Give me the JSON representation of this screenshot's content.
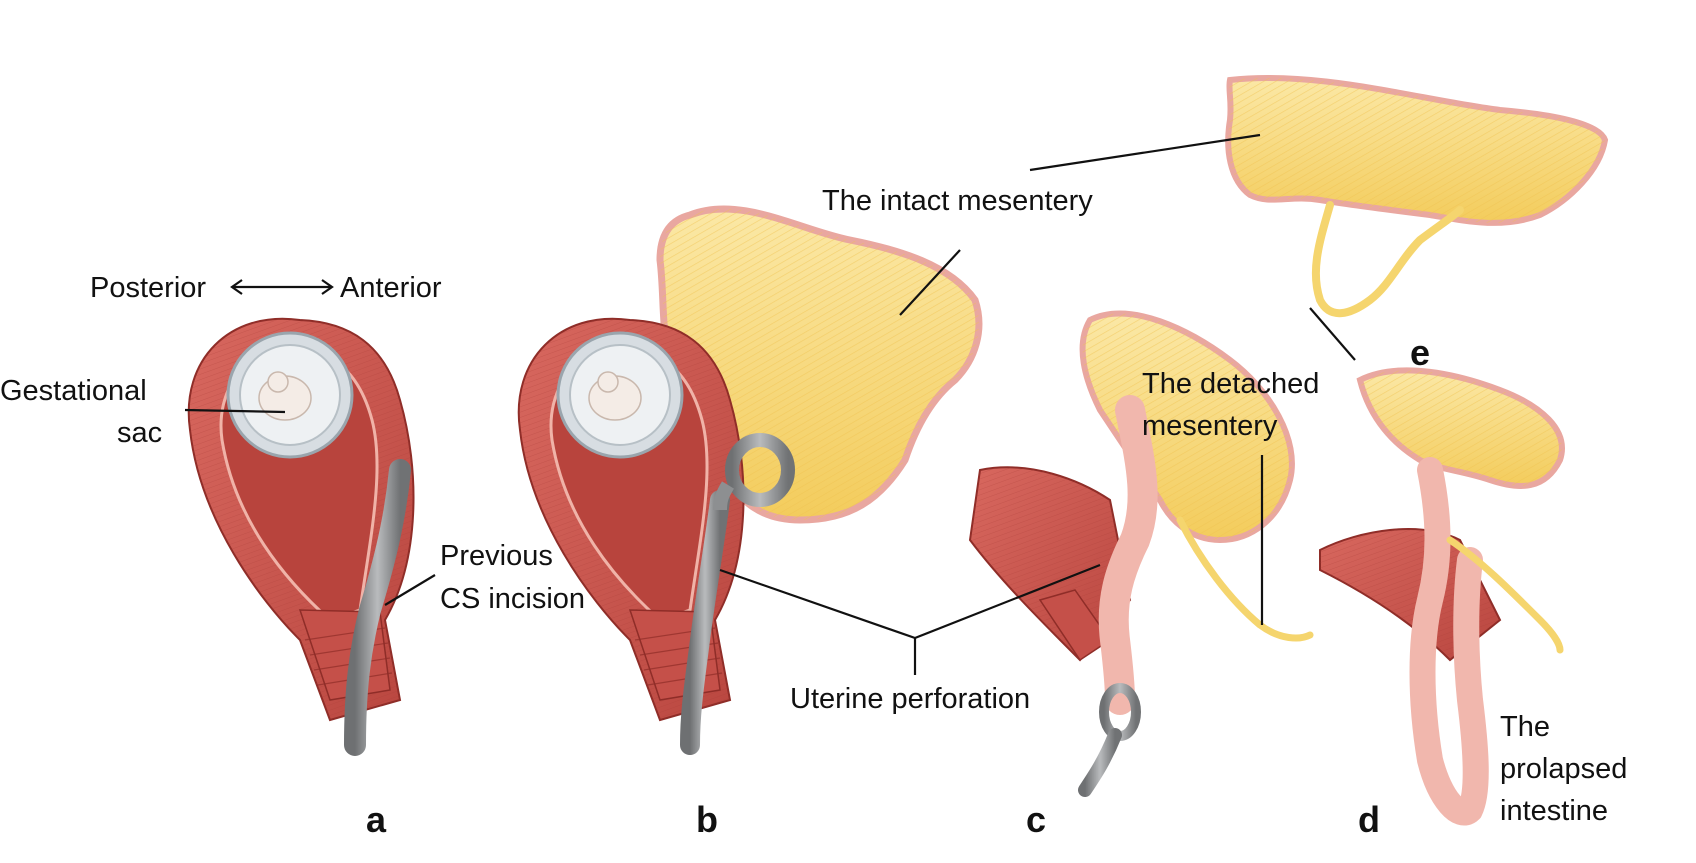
{
  "labels": {
    "posterior": "Posterior",
    "anterior": "Anterior",
    "gestational_line1": "Gestational",
    "gestational_line2": "sac",
    "previous_line1": "Previous",
    "previous_line2": "CS incision",
    "intact_mesentery": "The intact mesentery",
    "detached_line1": "The detached",
    "detached_line2": "mesentery",
    "uterine_perforation": "Uterine perforation",
    "prolapsed_line1": "The",
    "prolapsed_line2": "prolapsed",
    "prolapsed_line3": "intestine"
  },
  "panels": [
    "a",
    "b",
    "c",
    "d",
    "e"
  ],
  "colors": {
    "muscle": "#c9554e",
    "muscle_light": "#e07a6f",
    "cavity": "#b8443d",
    "mesentery": "#f7d877",
    "mesentery_edge": "#e9a7a0",
    "sac": "#c9d0d6",
    "instrument": "#8d8f91",
    "intestine": "#f1b7ad"
  }
}
